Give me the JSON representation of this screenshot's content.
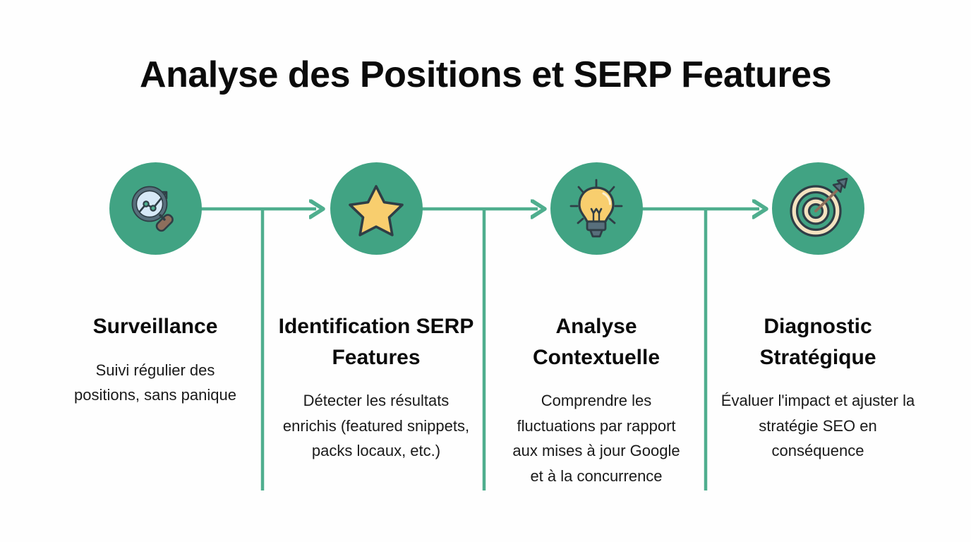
{
  "title": "Analyse des Positions et SERP Features",
  "colors": {
    "background": "#FEFEFE",
    "circle_green": "#41A383",
    "connector_green": "#4FAE8E",
    "title_text": "#0B0B0B",
    "body_text": "#1A1A1A",
    "icon_yellow": "#F8CE6E",
    "icon_cream": "#F4E2C0",
    "icon_outline": "#2F3E46",
    "icon_slate": "#586F7C",
    "icon_brown": "#8D6E5C",
    "icon_lens": "#D7E9F7"
  },
  "steps": [
    {
      "index": 1,
      "icon": "magnifier-chart-icon",
      "heading": "Surveillance",
      "description": "Suivi régulier des positions, sans panique"
    },
    {
      "index": 2,
      "icon": "star-icon",
      "heading": "Identification SERP Features",
      "description": "Détecter les résultats enrichis (featured snippets, packs locaux, etc.)"
    },
    {
      "index": 3,
      "icon": "lightbulb-icon",
      "heading": "Analyse Contextuelle",
      "description": "Comprendre les fluctuations par rapport aux mises à jour Google et à la concurrence"
    },
    {
      "index": 4,
      "icon": "target-arrow-icon",
      "heading": "Diagnostic Stratégique",
      "description": "Évaluer l'impact et ajuster la stratégie SEO en conséquence"
    }
  ]
}
